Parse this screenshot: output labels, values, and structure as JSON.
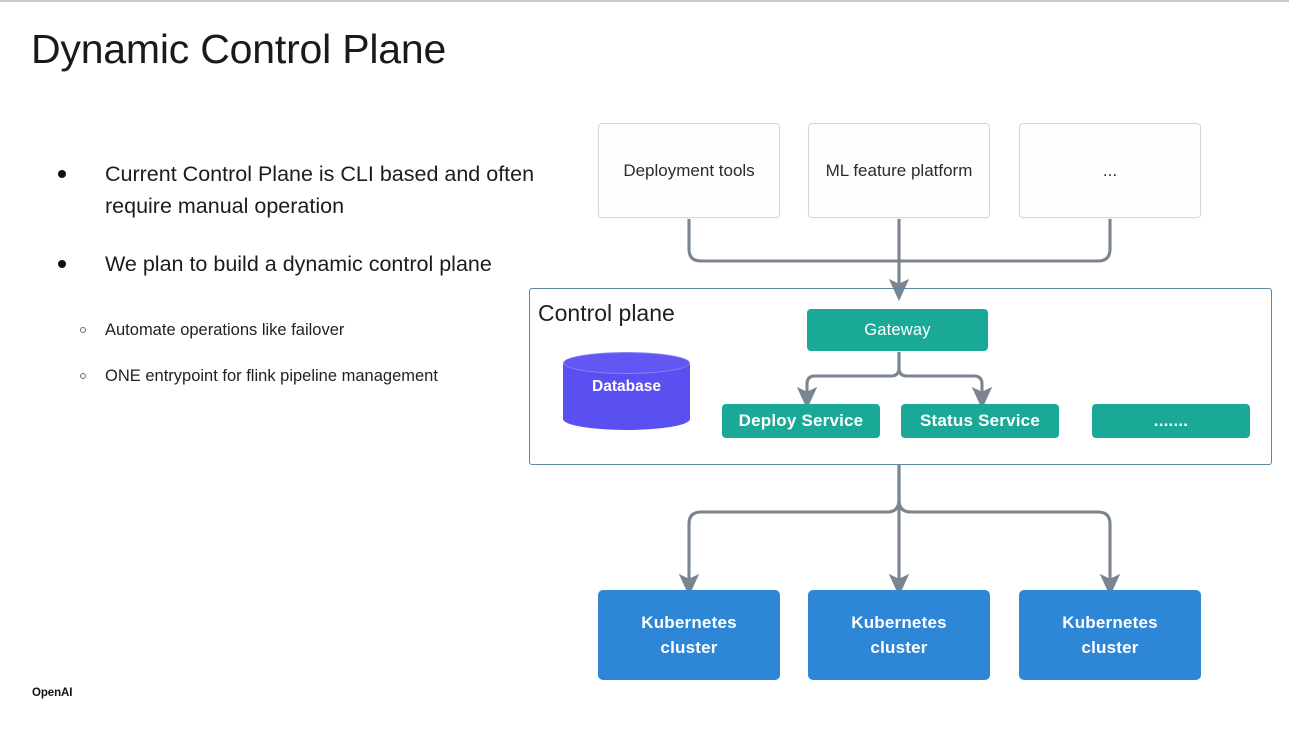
{
  "slide": {
    "title": "Dynamic Control Plane",
    "footer_logo": "OpenAI"
  },
  "bullets": [
    {
      "level": 1,
      "text": "Current Control Plane is CLI based and often require manual operation"
    },
    {
      "level": 1,
      "text": "We plan to build a dynamic control plane"
    },
    {
      "level": 2,
      "text": "Automate operations like failover"
    },
    {
      "level": 2,
      "text": "ONE entrypoint for flink pipeline management"
    }
  ],
  "diagram": {
    "sources": [
      {
        "label": "Deployment tools"
      },
      {
        "label": "ML feature platform"
      },
      {
        "label": "..."
      }
    ],
    "control_plane": {
      "label": "Control plane",
      "database": {
        "label": "Database"
      },
      "gateway": {
        "label": "Gateway"
      },
      "services": [
        {
          "label": "Deploy Service"
        },
        {
          "label": "Status Service"
        },
        {
          "label": "......."
        }
      ]
    },
    "clusters": [
      {
        "line1": "Kubernetes",
        "line2": "cluster"
      },
      {
        "line1": "Kubernetes",
        "line2": "cluster"
      },
      {
        "line1": "Kubernetes",
        "line2": "cluster"
      }
    ]
  },
  "colors": {
    "teal": "#1aa897",
    "blue": "#2e86d6",
    "database_purple": "#5a4ff0",
    "panel_border": "#5f87a0",
    "connector_gray": "#7a8590",
    "source_border": "#d6d6d6",
    "title_text": "#1a1a1a"
  }
}
